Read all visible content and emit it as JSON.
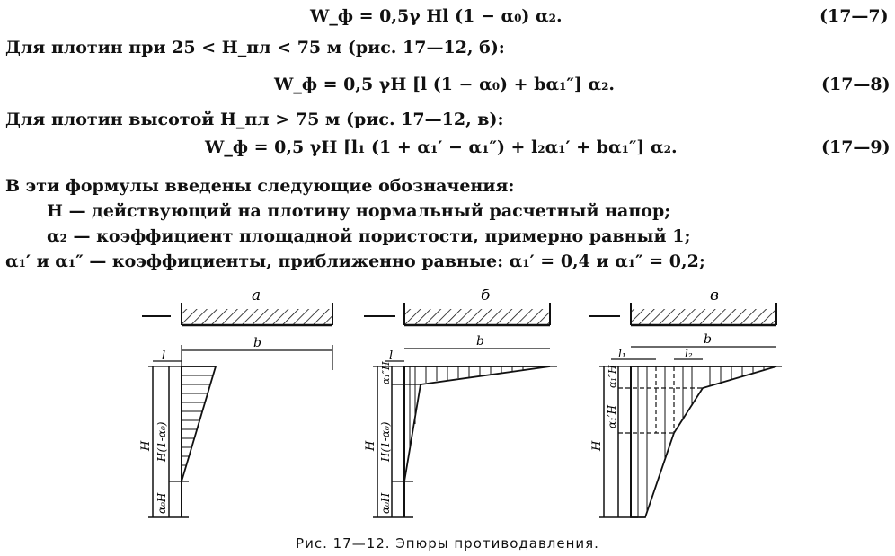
{
  "equations": [
    {
      "id": "eq7",
      "text": "W_ф = 0,5γ Hl (1 − α₀) α₂.",
      "number": "(17—7)"
    },
    {
      "id": "eq8",
      "text": "W_ф = 0,5 γH [l (1 − α₀) + bα₁″] α₂.",
      "number": "(17—8)"
    },
    {
      "id": "eq9",
      "text": "W_ф = 0,5 γH [l₁ (1 + α₁′ − α₁″) + l₂α₁′ + bα₁″] α₂.",
      "number": "(17—9)"
    }
  ],
  "paragraphs": {
    "p1": "Для плотин при 25 < H_пл < 75 м (рис. 17—12, б):",
    "p2": "Для плотин высотой H_пл > 75 м (рис. 17—12, в):",
    "p3": "В эти формулы введены следующие обозначения:",
    "def1": "H — действующий на плотину нормальный расчетный напор;",
    "def2": "α₂ — коэффициент площадной пористости, примерно равный 1;",
    "def3": "α₁′ и α₁″ — коэффициенты, приближенно равные: α₁′ = 0,4 и α₁″ = 0,2;"
  },
  "figure": {
    "panels": [
      {
        "label": "а",
        "b": "b",
        "l": "l",
        "H": "H",
        "upper": "H(1-α₀)",
        "lower": "α₀H"
      },
      {
        "label": "б",
        "b": "b",
        "l": "l",
        "H": "H",
        "upper": "H(1-α₀)",
        "lower": "α₀H",
        "top": "α₁″H"
      },
      {
        "label": "в",
        "b": "b",
        "l1": "l₁",
        "l2": "l₂",
        "H": "H",
        "top": "α₁″H",
        "mid": "α₁′H"
      }
    ]
  },
  "caption": "Рис. 17—12. Эпюры противодавления."
}
